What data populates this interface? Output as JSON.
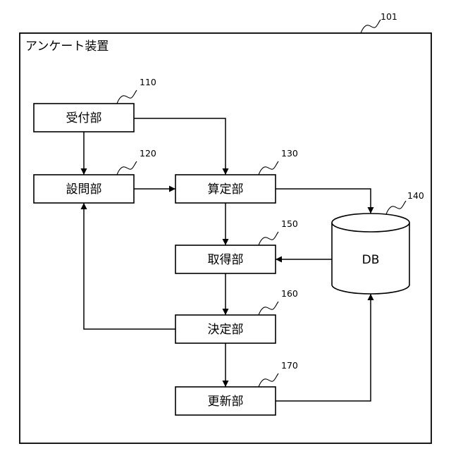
{
  "device": {
    "title": "アンケート装置",
    "ref": "101"
  },
  "units": [
    {
      "key": "reception",
      "label": "受付部",
      "ref": "110"
    },
    {
      "key": "question",
      "label": "設問部",
      "ref": "120"
    },
    {
      "key": "calculation",
      "label": "算定部",
      "ref": "130"
    },
    {
      "key": "acquisition",
      "label": "取得部",
      "ref": "150"
    },
    {
      "key": "decision",
      "label": "決定部",
      "ref": "160"
    },
    {
      "key": "update",
      "label": "更新部",
      "ref": "170"
    }
  ],
  "database": {
    "label": "DB",
    "ref": "140"
  }
}
